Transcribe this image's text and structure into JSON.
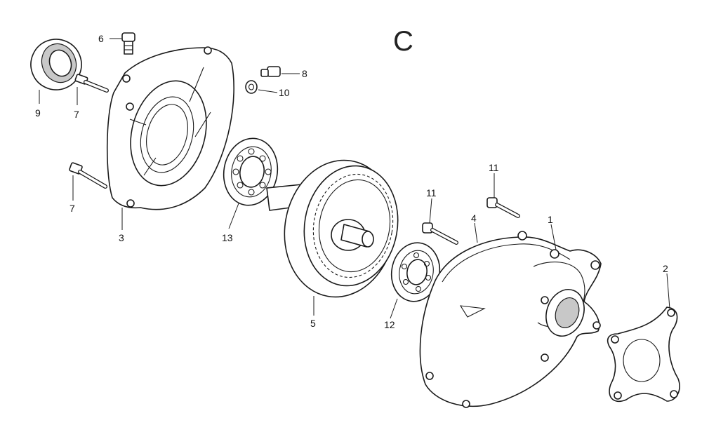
{
  "section_letter": "C",
  "callouts": {
    "n1": "1",
    "n2": "2",
    "n3": "3",
    "n4": "4",
    "n5": "5",
    "n6": "6",
    "n7a": "7",
    "n7b": "7",
    "n8": "8",
    "n9": "9",
    "n10": "10",
    "n11a": "11",
    "n11b": "11",
    "n12": "12",
    "n13": "13"
  }
}
